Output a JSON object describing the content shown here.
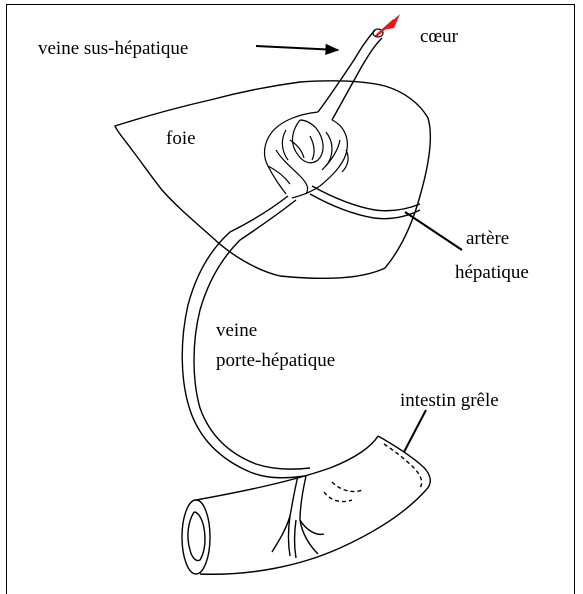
{
  "labels": {
    "veine_sus_hepatique": "veine sus-hépatique",
    "coeur": "cœur",
    "foie": "foie",
    "artere_line1": "artère",
    "artere_line2": "hépatique",
    "veine_porte_line1": "veine",
    "veine_porte_line2": "porte-hépatique",
    "intestin": "intestin grêle"
  },
  "colors": {
    "ink": "#000000",
    "heart_arrow": "#e8141b",
    "background": "#ffffff"
  }
}
